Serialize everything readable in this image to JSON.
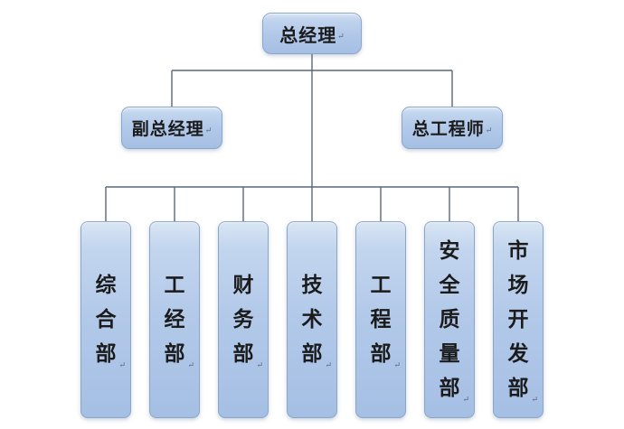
{
  "org": {
    "root": {
      "label": "总经理"
    },
    "level2": [
      {
        "label": "副总经理"
      },
      {
        "label": "总工程师"
      }
    ],
    "departments": [
      {
        "label": "综合部"
      },
      {
        "label": "工经部"
      },
      {
        "label": "财务部"
      },
      {
        "label": "技术部"
      },
      {
        "label": "工程部"
      },
      {
        "label": "安全质量部"
      },
      {
        "label": "市场开发部"
      }
    ],
    "paragraph_mark": "↵"
  },
  "theme": {
    "box_fill_top": "#d8e5f4",
    "box_fill_mid": "#b2c9e9",
    "box_fill_bottom": "#a5bfe4",
    "box_border": "#8ba6c8",
    "connector_color": "#5a6879",
    "text_color": "#1b1b1b",
    "background": "#ffffff"
  }
}
